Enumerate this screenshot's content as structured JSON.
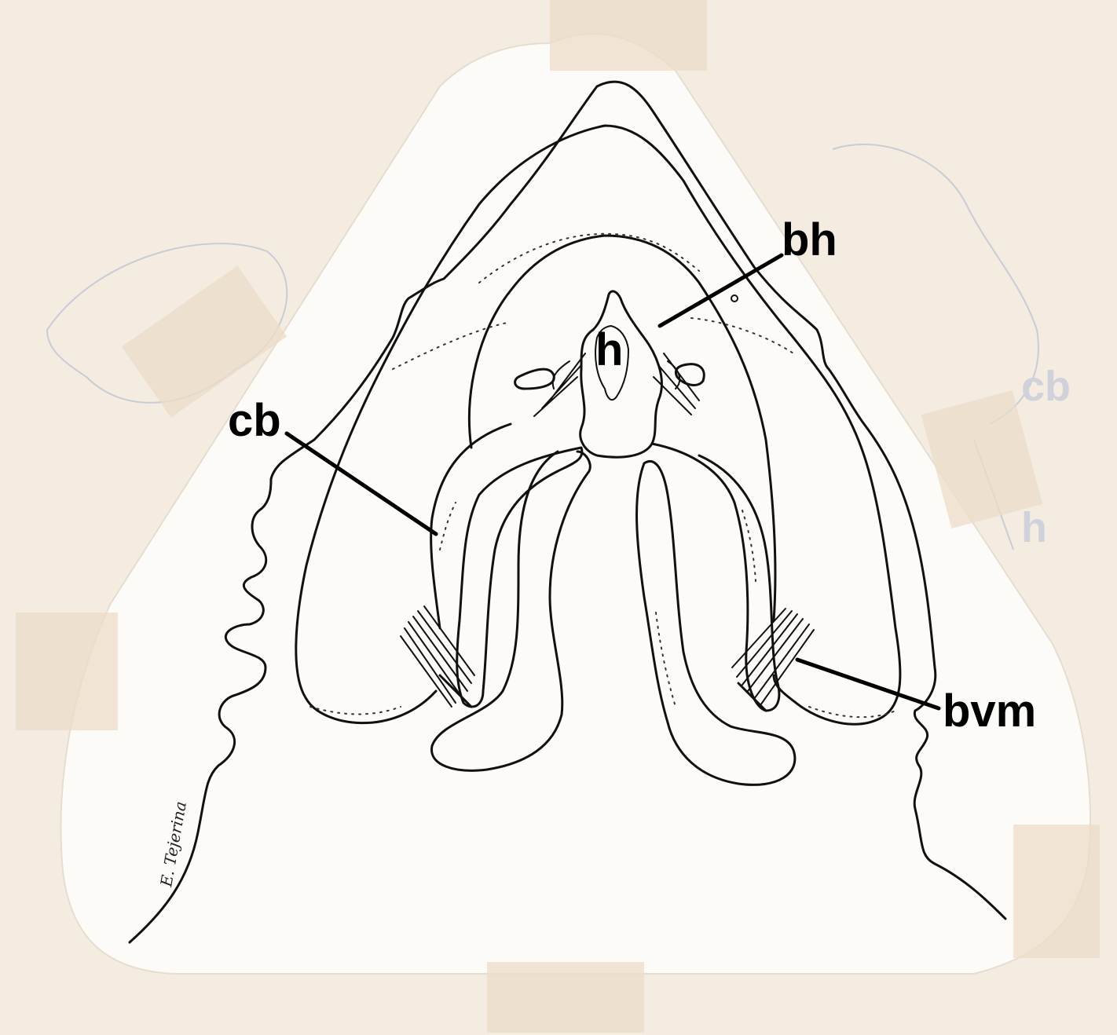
{
  "labels": {
    "bh": "bh",
    "h": "h",
    "cb": "cb",
    "bvm": "bvm"
  },
  "background_ghost_labels": {
    "cb": "cb",
    "h": "h"
  },
  "signature": "E. Tejerina",
  "colors": {
    "paper": "#f4ece0",
    "card": "#fdfbf8",
    "ink": "#111111",
    "tape": "#ecdcc8"
  }
}
